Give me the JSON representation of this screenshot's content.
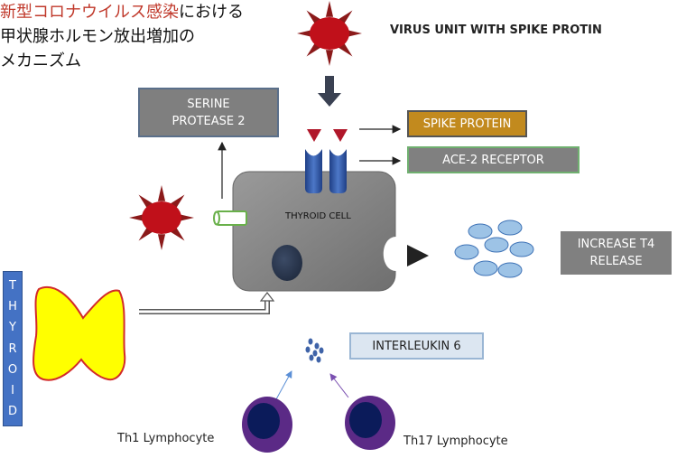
{
  "heading": {
    "line1_red": "新型コロナウイルス感染",
    "line1_rest": "における",
    "line2": "甲状腺ホルモン放出増加の",
    "line3": "メカニズム"
  },
  "labels": {
    "virus_unit": "VIRUS UNIT WITH SPIKE PROTIN",
    "serine_protease": [
      "SERINE",
      "PROTEASE 2"
    ],
    "spike_protein": "SPIKE PROTEIN",
    "ace2_receptor": "ACE-2 RECEPTOR",
    "thyroid_cell": "THYROID CELL",
    "increase_t4": [
      "INCREASE T4",
      "RELEASE"
    ],
    "interleukin6": "INTERLEUKIN 6",
    "thyroid_vertical": [
      "T",
      "H",
      "Y",
      "R",
      "O",
      "I",
      "D"
    ],
    "th1": "Th1  Lymphocyte",
    "th17": "Th17 Lymphocyte"
  },
  "colors": {
    "heading_red": "#c0392b",
    "virus_body": "#c0101a",
    "virus_spikes": "#8b1a1a",
    "cell_gray": "#8c8c8c",
    "receptor_blue": "#2f55a4",
    "t4_blue": "#9dc3e6",
    "thyroid_yellow": "#ffff00",
    "lymphocyte_purple": "#5b2a86",
    "nucleus_navy": "#0b1b5a"
  }
}
